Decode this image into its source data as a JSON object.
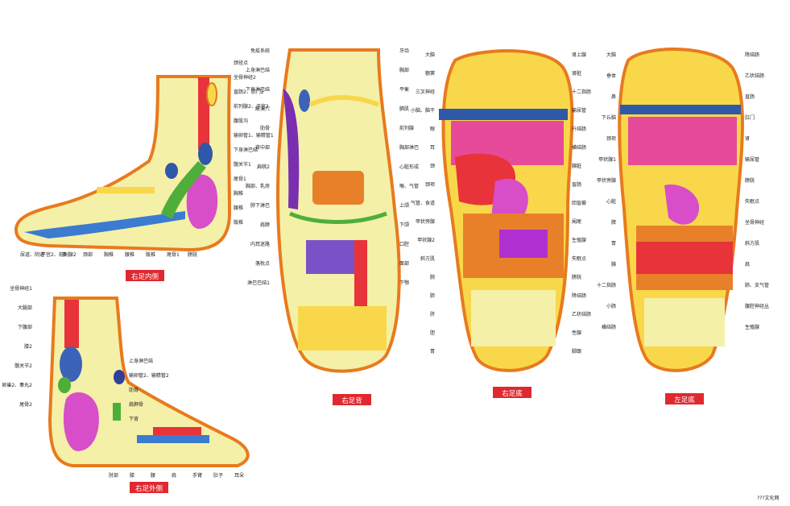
{
  "diagram": {
    "captions": {
      "right_inner": "右足内侧",
      "right_outer": "右足外侧",
      "right_top": "右足背",
      "right_sole": "右足底",
      "left_sole": "左足底"
    },
    "right_inner_labels": [
      "颈径点",
      "坐骨神经2",
      "直肠2、肛门2",
      "前列腺2、子宫2",
      "腹股沟",
      "输卵管1、输精管1",
      "下身淋巴结",
      "髋关节1",
      "尾骨1",
      "胸椎",
      "腰椎",
      "骶椎",
      "尿道、阴道",
      "子宫2、前列腺2",
      "鼻",
      "颈部",
      "胸椎",
      "腰椎",
      "骶椎",
      "尾骨1",
      "膀胱"
    ],
    "right_outer_labels": [
      "坐骨神经1",
      "大腿部",
      "下腹部",
      "膝2",
      "髋关节2",
      "卵巢2、睾丸2",
      "尾骨2",
      "上身淋巴结",
      "输卵管2、输精管2",
      "肋骨",
      "肩胛骨",
      "下背",
      "肘部",
      "膝",
      "腰",
      "肩",
      "手臂",
      "肚子",
      "耳朵"
    ],
    "right_top_labels": [
      "免疫系统",
      "上身淋巴结",
      "下身淋巴结",
      "解溪穴",
      "肋骨",
      "背中部",
      "扁桃2",
      "胸部、乳房",
      "脖下淋巴",
      "肩膀",
      "内耳迷路",
      "落枕点",
      "淋巴巴结1",
      "牙齿",
      "胸部",
      "平衡",
      "膈肌",
      "前列腺",
      "胸部淋巴",
      "心脏形成",
      "喉、气管",
      "上颌",
      "下颌",
      "口腔",
      "面部",
      "下颚"
    ],
    "right_sole_labels": [
      "大脑",
      "额窦",
      "三叉神经",
      "小脑、脑干",
      "眼",
      "耳",
      "颈",
      "颈项",
      "气管、食道",
      "甲状旁腺",
      "甲状腺2",
      "斜方肌",
      "腕",
      "肺",
      "肝",
      "胆",
      "胃",
      "肾上腺",
      "肾脏",
      "十二指肠",
      "输尿管",
      "升结肠",
      "横结肠",
      "胰脏",
      "盲肠",
      "回盲瓣",
      "阑尾",
      "生殖腺",
      "失眠点",
      "膀胱",
      "降结肠",
      "乙状结肠",
      "性腺",
      "脚跟"
    ],
    "left_sole_labels": [
      "大脑",
      "垂体",
      "鼻",
      "下丘脑",
      "颈项",
      "甲状腺1",
      "甲状旁腺",
      "心脏",
      "脾",
      "胃",
      "胰",
      "十二指肠",
      "小肠",
      "横结肠",
      "降结肠",
      "乙状结肠",
      "直肠",
      "肛门",
      "肾",
      "输尿管",
      "膀胱",
      "失眠点",
      "坐骨神经",
      "斜方肌",
      "肩",
      "肺、支气管",
      "腹腔神经丛",
      "生殖腺"
    ],
    "watermark": "???文化网"
  }
}
